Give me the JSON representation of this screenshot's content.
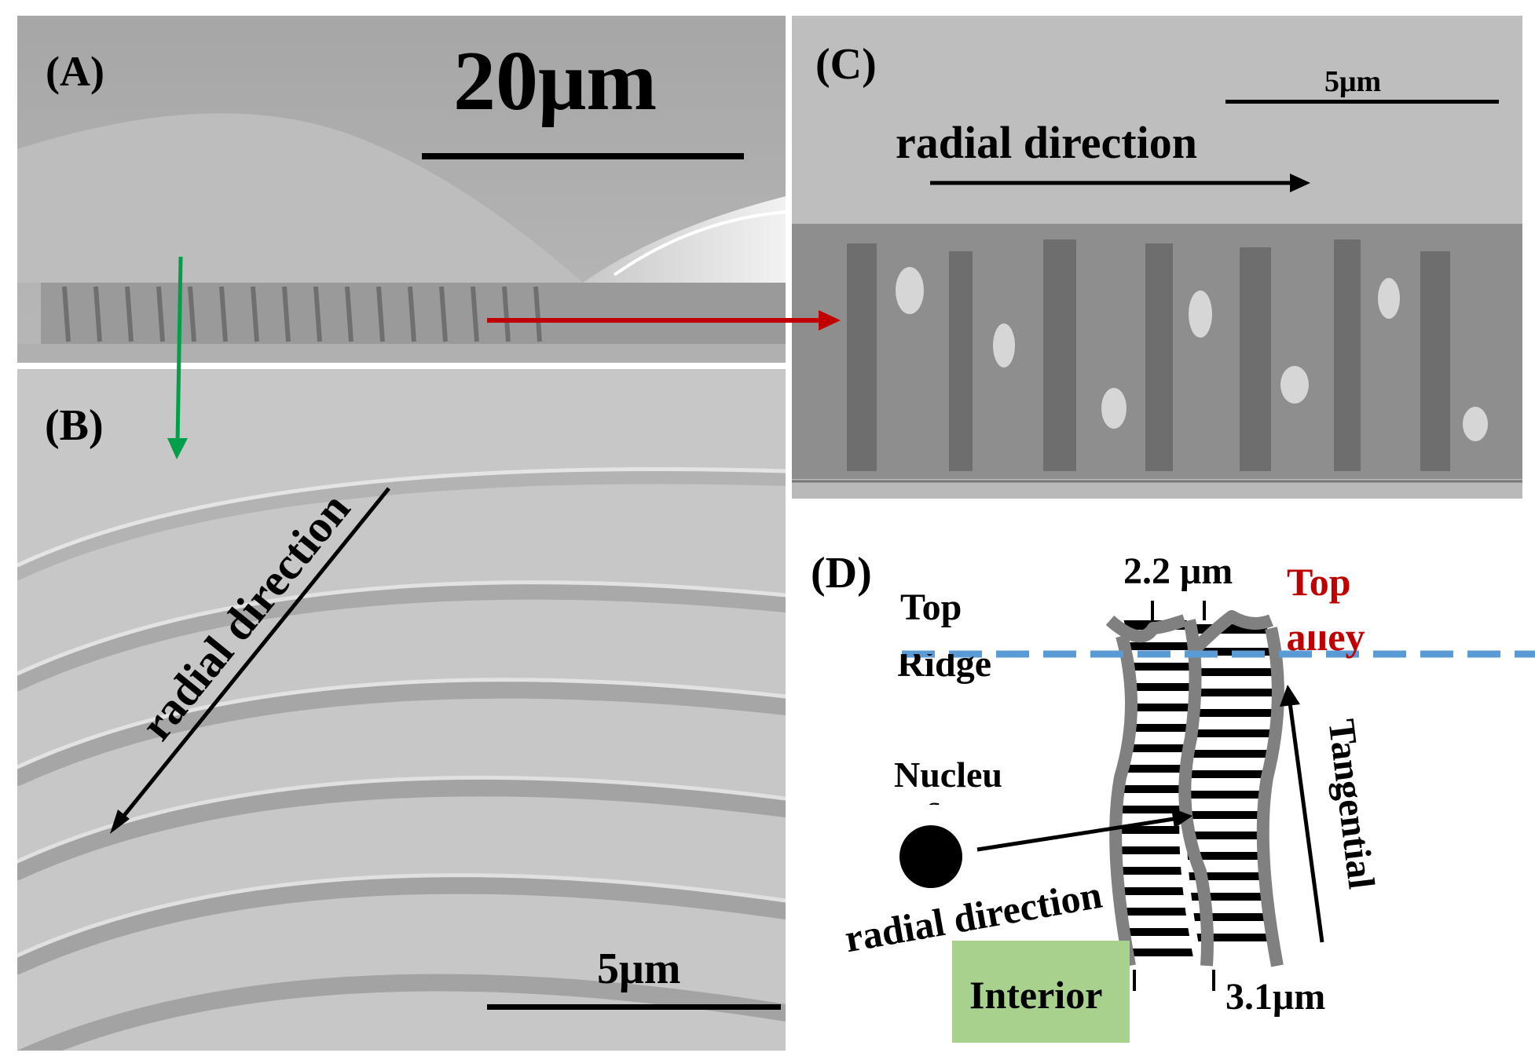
{
  "panels": {
    "a": {
      "label": "(A)",
      "scale_text": "20μm"
    },
    "b": {
      "label": "(B)",
      "direction_text": "radial direction",
      "scale_text": "5μm"
    },
    "c": {
      "label": "(C)",
      "direction_text": "radial direction",
      "scale_text": "5μm"
    },
    "d": {
      "label": "(D)",
      "width_top": "2.2 μm",
      "top_ridge_line1": "Top",
      "top_ridge_line2": "Ridge",
      "top_valley_line1": "Top",
      "top_valley_line2": "Valley",
      "nucleus_text": "Nucleu",
      "nucleus_text_cut": "s",
      "radial_text": "radial direction",
      "tangential_text": "Tangential",
      "interior_text": "Interior",
      "width_bottom": "3.1μm"
    }
  },
  "colors": {
    "sem_gray": "#b9b9b9",
    "arrow_green": "#00a04a",
    "arrow_red": "#c00000",
    "valley_red": "#c00000",
    "dashed_blue": "#5b9bd5",
    "lamella_gray": "#808080",
    "interior_box": "#a9d18e"
  }
}
